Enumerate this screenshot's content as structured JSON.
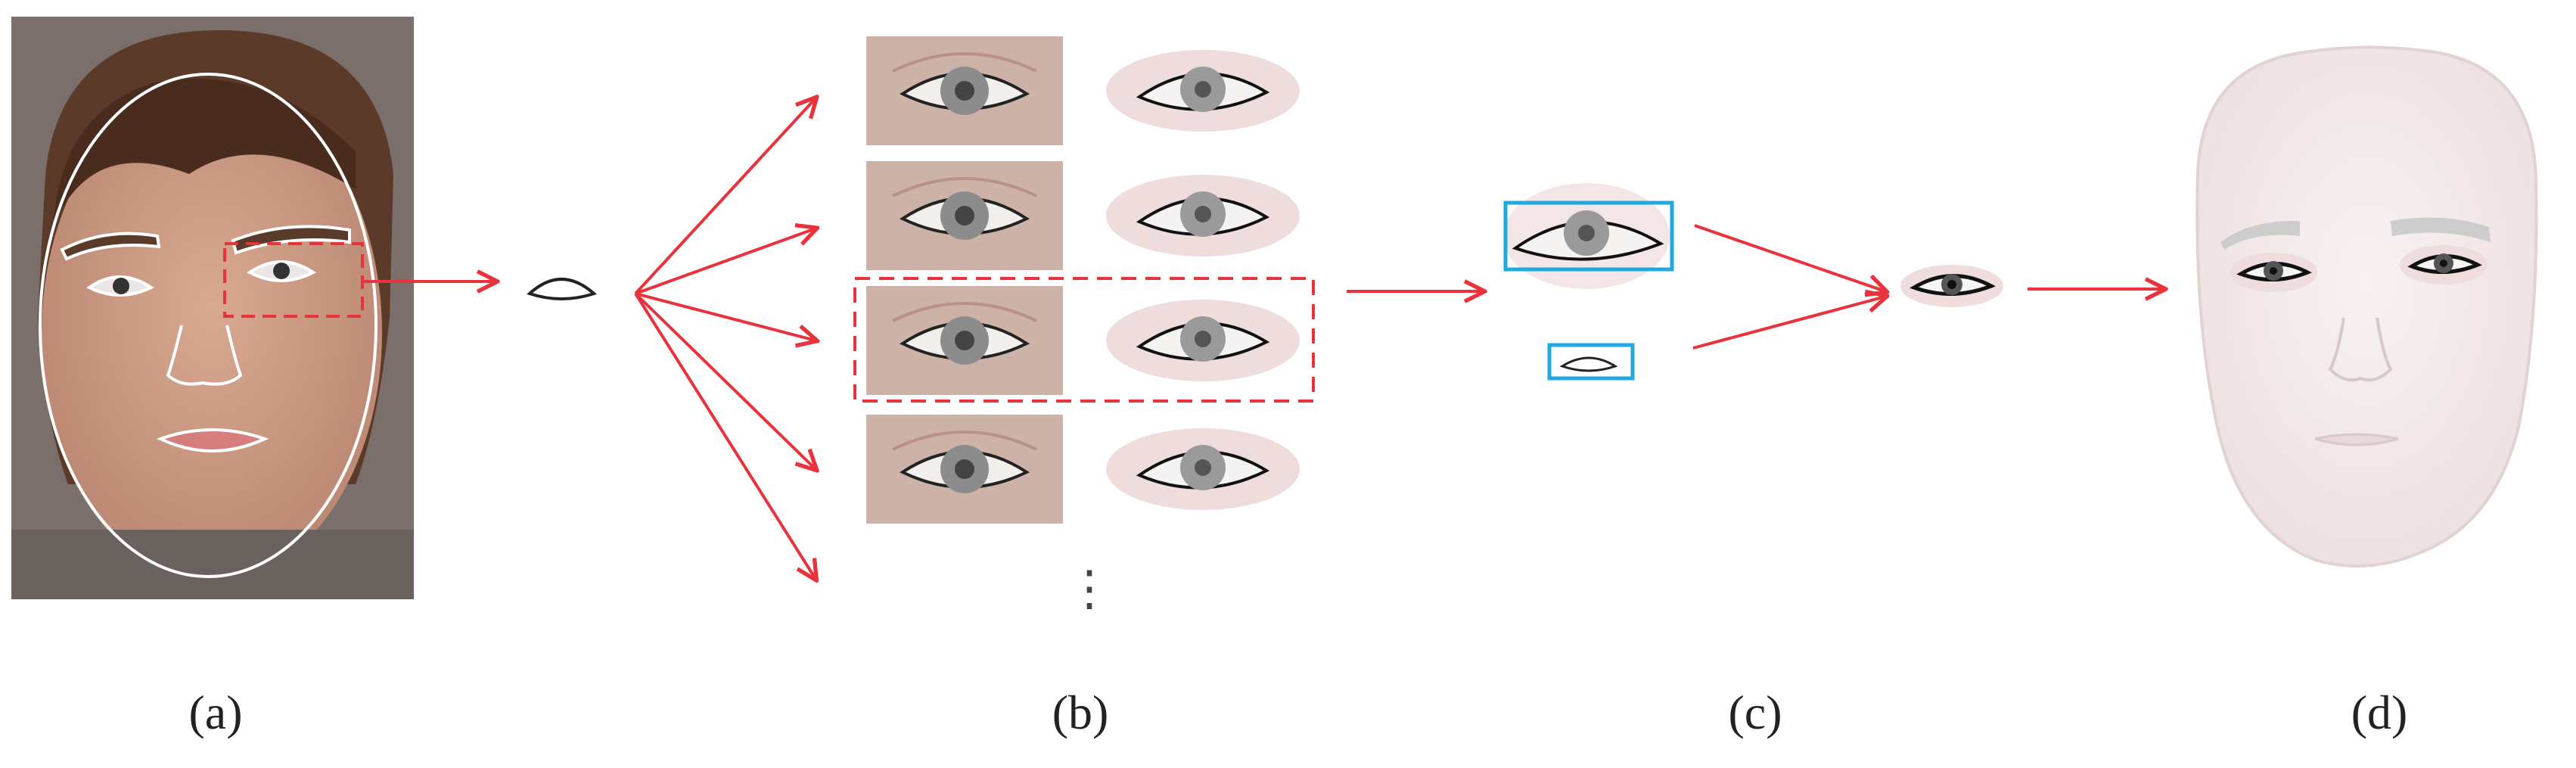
{
  "figure": {
    "panels": [
      {
        "id": "a",
        "label": "(a)"
      },
      {
        "id": "b",
        "label": "(b)"
      },
      {
        "id": "c",
        "label": "(c)"
      },
      {
        "id": "d",
        "label": "(d)"
      }
    ],
    "ellipsis": "⋮",
    "colors": {
      "arrow": "#e8323c",
      "selection_box": "#e8323c",
      "detect_box": "#1fa9de",
      "skin_sketch": "#efe6e6",
      "photo_bg": "#7a6f6a",
      "contour": "#ffffff"
    },
    "icons": [
      "face-photo",
      "eye-contour",
      "eye-photo",
      "eye-sketch",
      "eye-composite",
      "face-sketch"
    ]
  }
}
